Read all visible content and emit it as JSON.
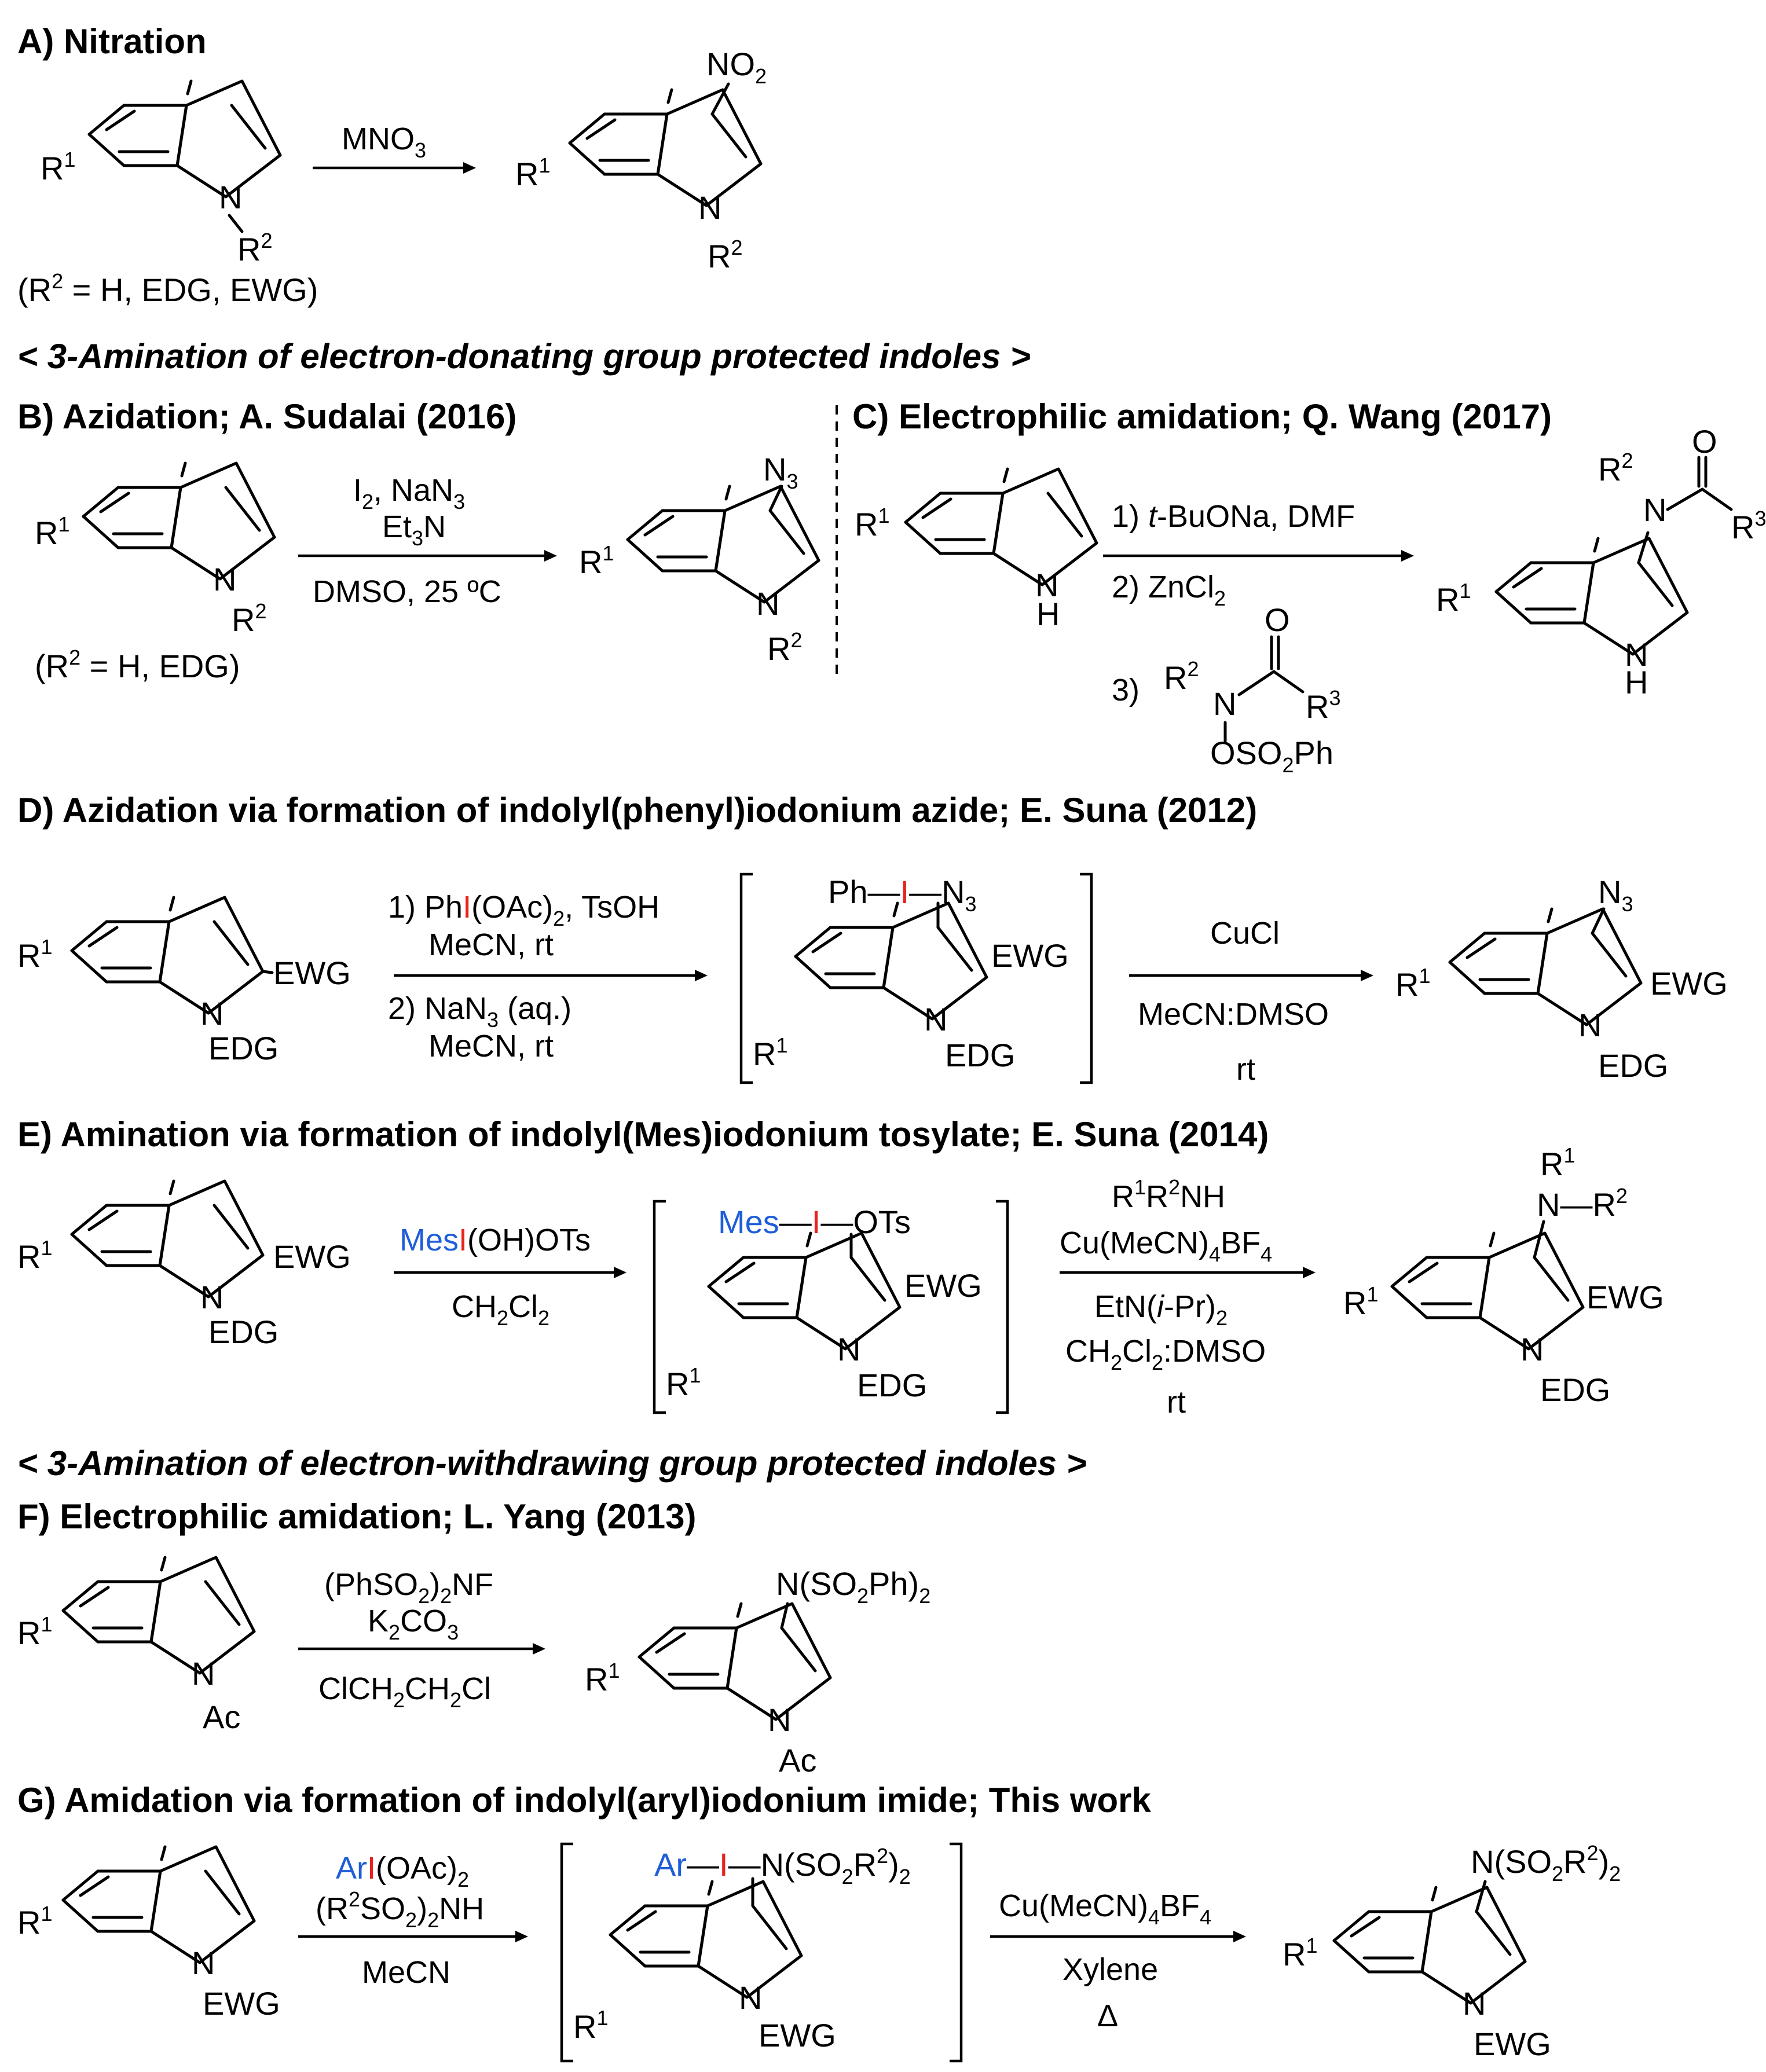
{
  "colors": {
    "iodine": "#e8231e",
    "aryl": "#1f5ed8",
    "ink": "#000000"
  },
  "subtitles": {
    "edg": "< 3-Amination of electron-donating group protected indoles >",
    "ewg": "< 3-Amination of electron-withdrawing group protected indoles >"
  },
  "panels": {
    "A": {
      "title": "A) Nitration",
      "reagent": "MNO3",
      "note": "(R2 = H, EDG, EWG)",
      "sm_sub": "R1",
      "sm_n": "R2",
      "prod_top": "NO2"
    },
    "B": {
      "title": "B) Azidation; A. Sudalai (2016)",
      "conditions": [
        "I2, NaN3",
        "Et3N",
        "DMSO, 25 ºC"
      ],
      "note": "(R2 = H, EDG)",
      "prod_top": "N3"
    },
    "C": {
      "title": "C) Electrophilic amidation; Q. Wang (2017)",
      "steps": [
        "1) t-BuONa, DMF",
        "2) ZnCl2",
        "3)"
      ],
      "reagent_groups": [
        "R2",
        "R3",
        "O",
        "OSO2Ph"
      ],
      "prod_groups": [
        "R2",
        "R3",
        "O"
      ]
    },
    "D": {
      "title": "D) Azidation via formation of indolyl(phenyl)iodonium azide; E. Suna (2012)",
      "steps": [
        "1) PhI(OAc)2, TsOH",
        "MeCN, rt",
        "2) NaN3 (aq.)",
        "MeCN, rt"
      ],
      "intermediate_top": "Ph—I—N3",
      "conditions2": [
        "CuCl",
        "MeCN:DMSO",
        "rt"
      ],
      "ewg": "EWG",
      "edg": "EDG",
      "prod_top": "N3"
    },
    "E": {
      "title": "E) Amination via formation of indolyl(Mes)iodonium tosylate; E. Suna (2014)",
      "reagent": "MesI(OH)OTs",
      "solvent": "CH2Cl2",
      "intermediate_top": "Mes—I—OTs",
      "conditions2": [
        "R1R2NH",
        "Cu(MeCN)4BF4",
        "EtN(i-Pr)2",
        "CH2Cl2:DMSO",
        "rt"
      ],
      "prod_top": "N—R2"
    },
    "F": {
      "title": "F) Electrophilic amidation; L. Yang (2013)",
      "conditions": [
        "(PhSO2)2NF",
        "K2CO3",
        "ClCH2CH2Cl"
      ],
      "n_sub": "Ac",
      "prod_top": "N(SO2Ph)2"
    },
    "G": {
      "title": "G) Amidation via formation of indolyl(aryl)iodonium imide; This work",
      "conditions": [
        "ArI(OAc)2",
        "(R2SO2)2NH",
        "MeCN"
      ],
      "intermediate_top": "Ar—I—N(SO2R2)2",
      "conditions2": [
        "Cu(MeCN)4BF4",
        "Xylene",
        "Δ"
      ],
      "prod_top": "N(SO2R2)2"
    }
  }
}
